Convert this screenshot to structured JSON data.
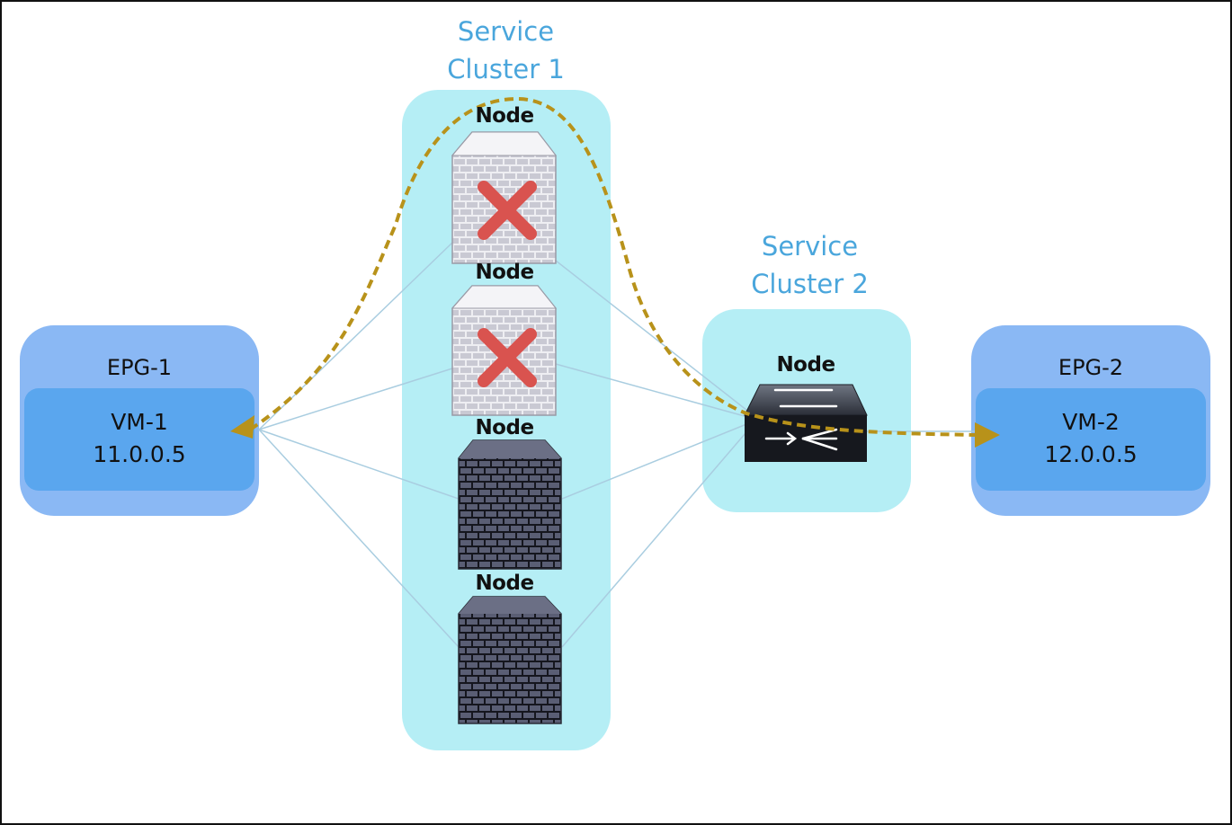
{
  "clusters": {
    "service_cluster_1": {
      "line1": "Service",
      "line2": "Cluster 1"
    },
    "service_cluster_2": {
      "line1": "Service",
      "line2": "Cluster 2"
    }
  },
  "node_label": "Node",
  "nodes": [
    {
      "label": "Node",
      "device": "firewall",
      "status": "failed"
    },
    {
      "label": "Node",
      "device": "firewall",
      "status": "failed"
    },
    {
      "label": "Node",
      "device": "firewall",
      "status": "active"
    },
    {
      "label": "Node",
      "device": "firewall",
      "status": "active"
    },
    {
      "label": "Node",
      "device": "switch",
      "status": "active"
    }
  ],
  "epg1": {
    "title": "EPG-1",
    "vm": "VM-1",
    "ip": "11.0.0.5"
  },
  "epg2": {
    "title": "EPG-2",
    "vm": "VM-2",
    "ip": "12.0.0.5"
  },
  "colors": {
    "cluster_fill": "#b5eef5",
    "epg_outer": "#8ab8f4",
    "epg_inner": "#5aa6ee",
    "path_dashed": "#b8921a",
    "failure_x": "#d9534f",
    "connector": "#a9cde0"
  }
}
